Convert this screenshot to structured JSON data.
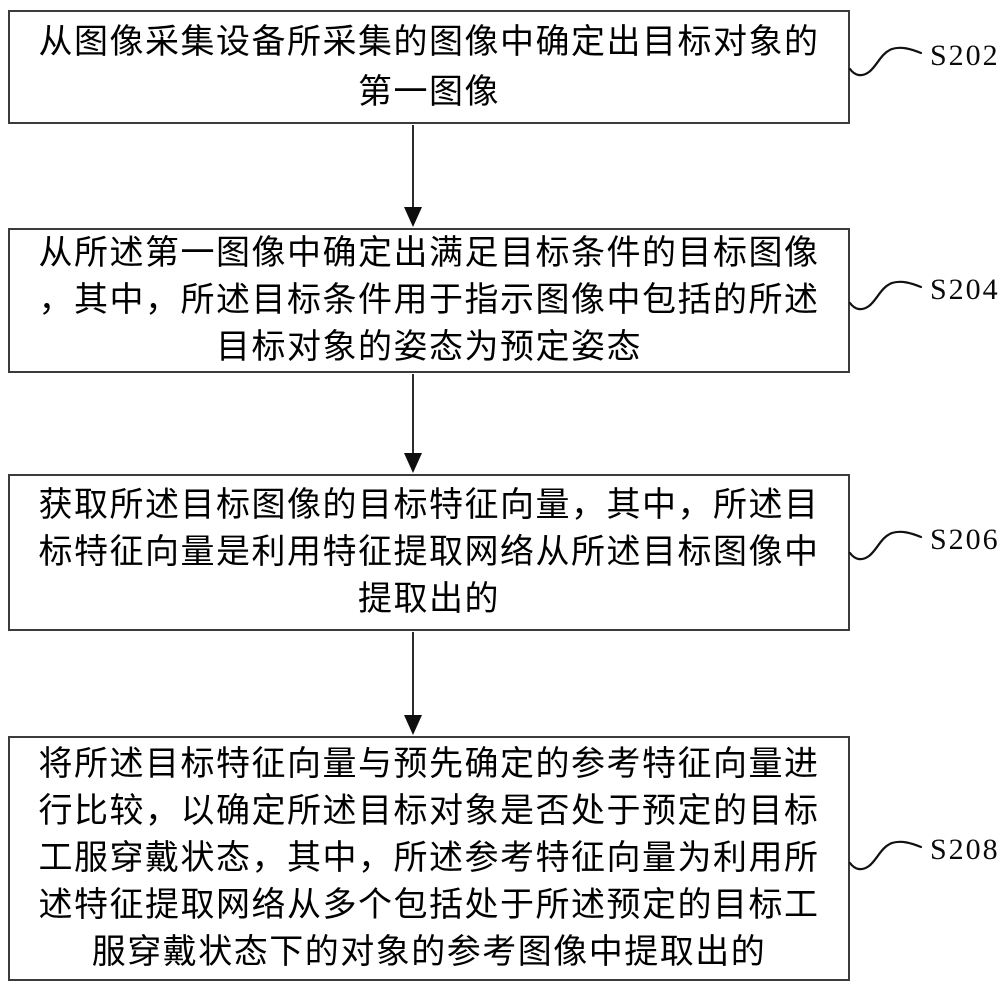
{
  "figure": {
    "type": "flowchart",
    "colors": {
      "background": "#ffffff",
      "box_border": "#3b3b3b",
      "text": "#000000",
      "label_text": "#0a0a0a"
    },
    "steps": [
      {
        "label": "S202",
        "lines": [
          "从图像采集设备所采集的图像中确定出目标对象的",
          "第一图像"
        ]
      },
      {
        "label": "S204",
        "lines": [
          "从所述第一图像中确定出满足目标条件的目标图像",
          "，其中，所述目标条件用于指示图像中包括的所述",
          "目标对象的姿态为预定姿态"
        ]
      },
      {
        "label": "S206",
        "lines": [
          "获取所述目标图像的目标特征向量，其中，所述目",
          "标特征向量是利用特征提取网络从所述目标图像中",
          "提取出的"
        ]
      },
      {
        "label": "S208",
        "lines": [
          "将所述目标特征向量与预先确定的参考特征向量进",
          "行比较，以确定所述目标对象是否处于预定的目标",
          "工服穿戴状态，其中，所述参考特征向量为利用所",
          "述特征提取网络从多个包括处于所述预定的目标工",
          "服穿戴状态下的对象的参考图像中提取出的"
        ]
      }
    ]
  }
}
